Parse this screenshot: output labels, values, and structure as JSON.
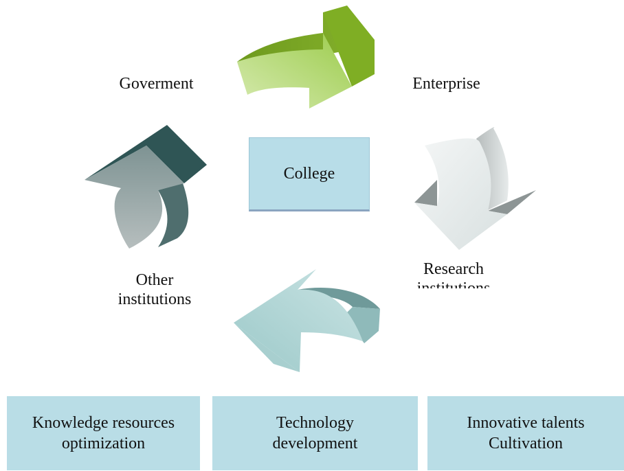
{
  "nodes": {
    "top_left": "Goverment",
    "top_right": "Enterprise",
    "center": "College",
    "right_line1": "Research",
    "right_line2": "institutions",
    "left_line1": "Other",
    "left_line2": "institutions"
  },
  "boxes": [
    {
      "line1": "Knowledge resources",
      "line2": "optimization"
    },
    {
      "line1": "Technology",
      "line2": "development"
    },
    {
      "line1": "Innovative talents",
      "line2": "Cultivation"
    }
  ],
  "colors": {
    "arrow_green": "#8fbf3a",
    "arrow_white": "#e6ecec",
    "arrow_teal": "#8fc2c2",
    "arrow_darkgray": "#6f8585",
    "box_fill": "#b9dde6"
  }
}
